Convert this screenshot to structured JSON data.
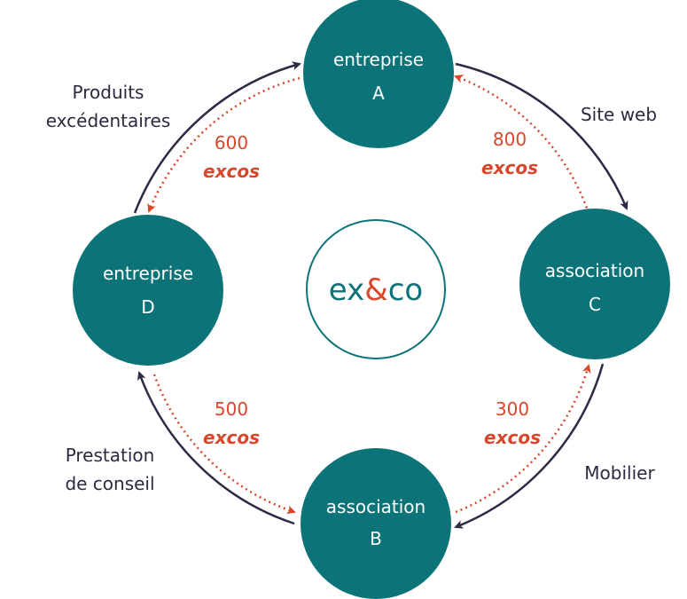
{
  "colors": {
    "node_fill": "#0c7379",
    "node_text": "#ffffff",
    "flow_arrow": "#2b2b45",
    "payment_arrow": "#d9472b",
    "label_text": "#2a2a40",
    "logo_ring": "#0c7379"
  },
  "logo": {
    "part1": "ex",
    "part2": "&",
    "part3": "co"
  },
  "nodes": {
    "a": {
      "line1": "entreprise",
      "line2": "A"
    },
    "b": {
      "line1": "association",
      "line2": "B"
    },
    "c": {
      "line1": "association",
      "line2": "C"
    },
    "d": {
      "line1": "entreprise",
      "line2": "D"
    }
  },
  "flows": {
    "d_to_a": {
      "line1": "Produits",
      "line2": "excédentaires"
    },
    "a_to_c": {
      "line1": "Site web"
    },
    "c_to_b": {
      "line1": "Mobilier"
    },
    "b_to_d": {
      "line1": "Prestation",
      "line2": "de conseil"
    }
  },
  "payments": {
    "a_to_d": {
      "amount": "600",
      "unit": "excos"
    },
    "c_to_a": {
      "amount": "800",
      "unit": "excos"
    },
    "b_to_c": {
      "amount": "300",
      "unit": "excos"
    },
    "d_to_b": {
      "amount": "500",
      "unit": "excos"
    }
  }
}
